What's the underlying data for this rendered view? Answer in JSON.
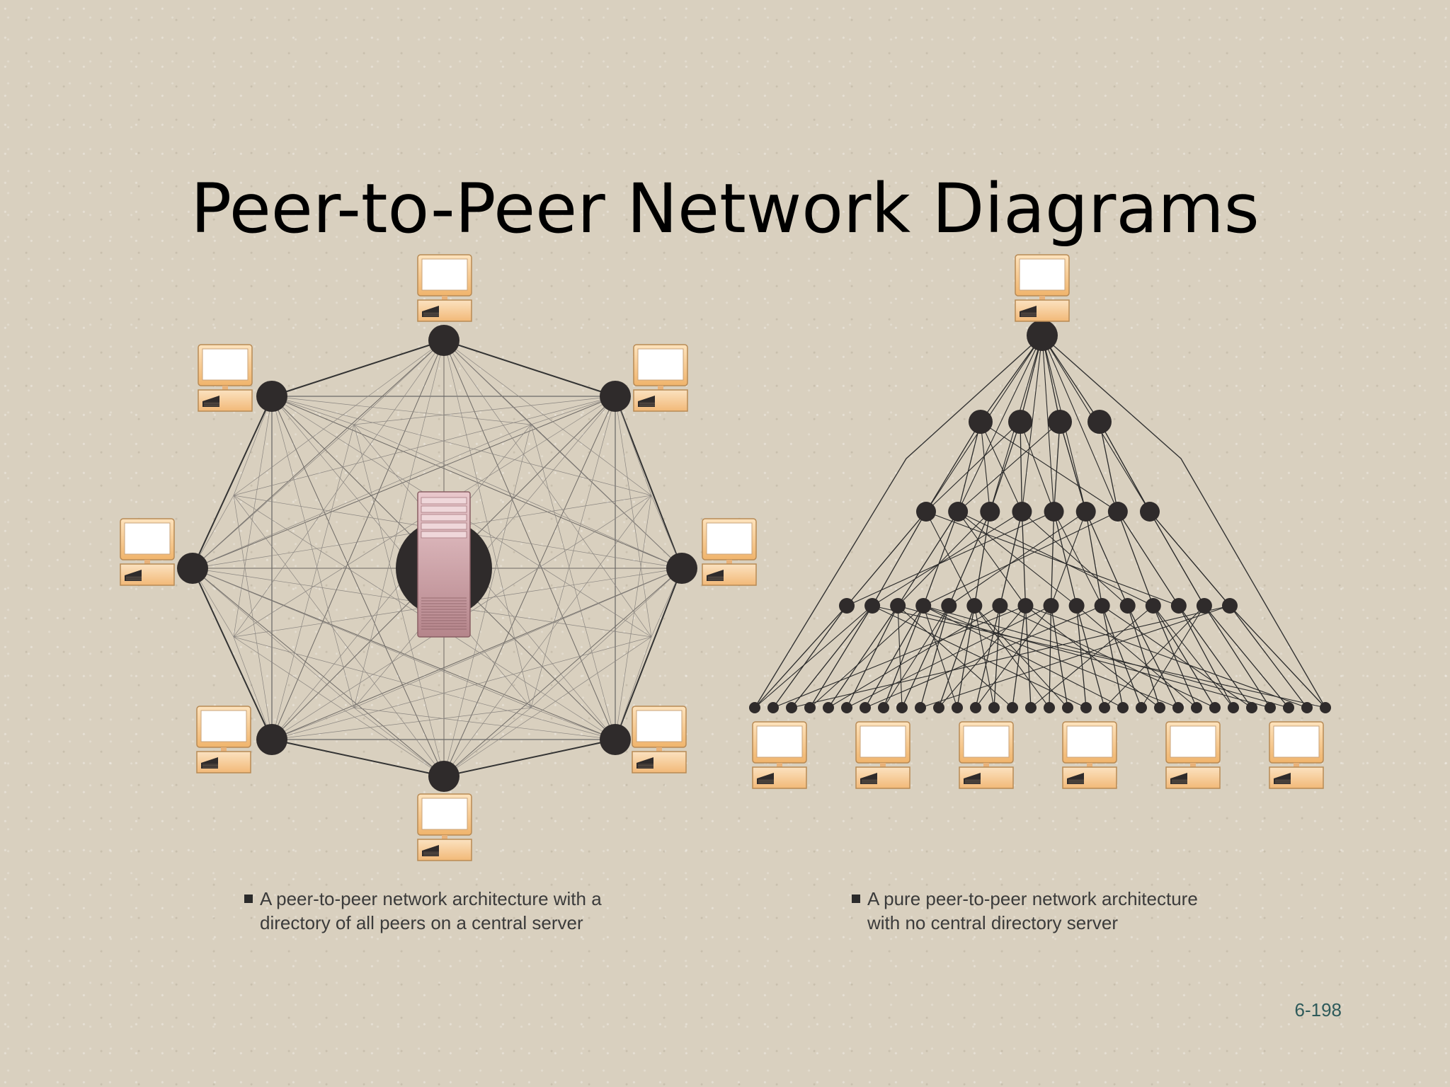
{
  "slide": {
    "title": "Peer-to-Peer Network Diagrams",
    "page_number": "6-198"
  },
  "captions": {
    "left": {
      "line1": "A peer-to-peer network architecture with a",
      "line2": "directory of all peers on a central server"
    },
    "right": {
      "line1": "A pure peer-to-peer network architecture",
      "line2": "with no central directory server"
    }
  },
  "diagrams": {
    "left": {
      "type": "central-directory-mesh",
      "peer_count": 8,
      "has_central_server": true
    },
    "right": {
      "type": "pure-p2p-tree",
      "level_node_counts": [
        1,
        4,
        8,
        16,
        32
      ],
      "bottom_computer_count": 6,
      "has_central_server": false
    }
  },
  "colors": {
    "node": "#2f2b2b",
    "line": "#2a2a2a",
    "server": "#c89a9f",
    "monitor_screen": "#ffffff",
    "monitor_frame": "#f3c48d",
    "background": "#d9d0bf"
  },
  "icons": [
    "computer-icon",
    "server-icon"
  ]
}
